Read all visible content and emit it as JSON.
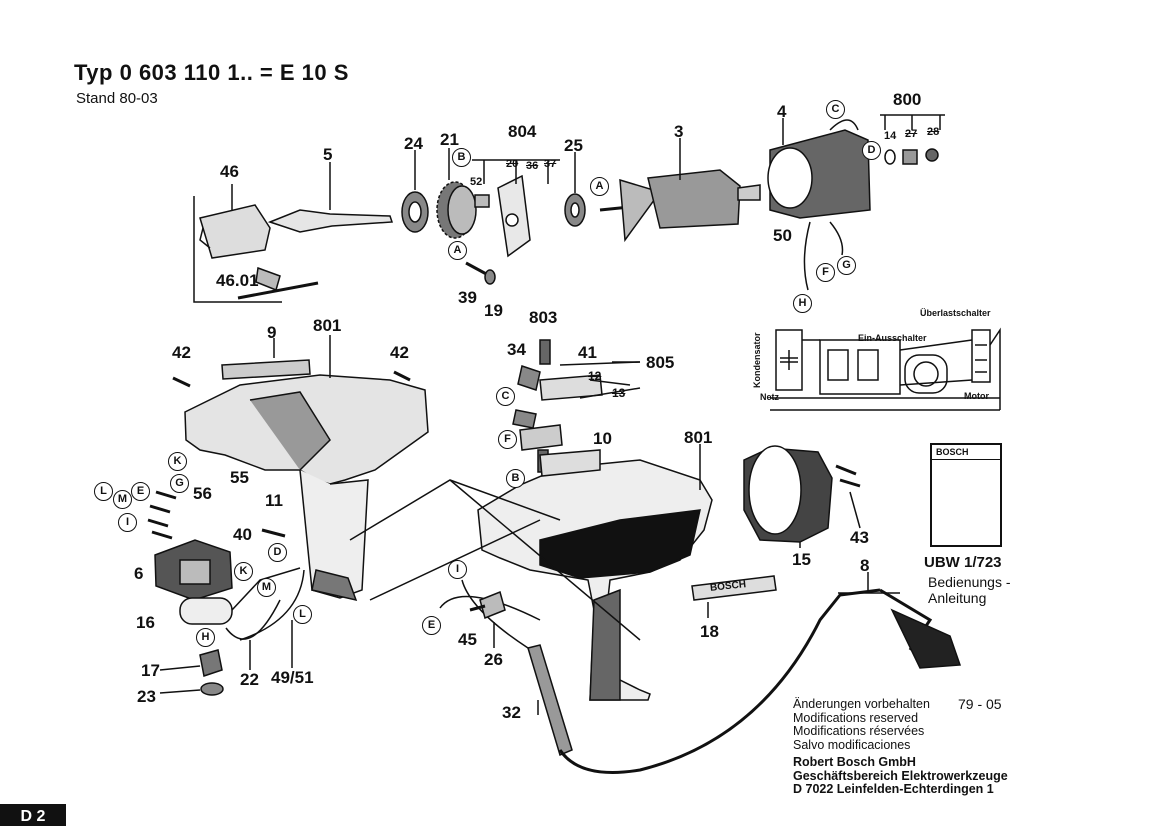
{
  "header": {
    "title": "Typ  0 603 110 1..  = E 10 S",
    "stand": "Stand 80-03"
  },
  "parts": {
    "p46": "46",
    "p5": "5",
    "p24": "24",
    "p21": "21",
    "p804": "804",
    "p25": "25",
    "p3": "3",
    "p4": "4",
    "p800": "800",
    "p4601": "46.01",
    "p39": "39",
    "p19": "19",
    "p50": "50",
    "p52": "52",
    "p20": "20",
    "p36": "36",
    "p37": "37",
    "p14": "14",
    "p27": "27",
    "p28": "28",
    "p9": "9",
    "p801a": "801",
    "p42a": "42",
    "p42b": "42",
    "p803": "803",
    "p34": "34",
    "p41": "41",
    "p805": "805",
    "p12": "12",
    "p13": "13",
    "p10": "10",
    "p801b": "801",
    "p55": "55",
    "p56": "56",
    "p11": "11",
    "p40": "40",
    "p6": "6",
    "p16": "16",
    "p17": "17",
    "p23": "23",
    "p22": "22",
    "p4951": "49/51",
    "p45": "45",
    "p26": "26",
    "p32": "32",
    "p18": "18",
    "p15": "15",
    "p43": "43",
    "p8": "8"
  },
  "callouts": {
    "A": "A",
    "B": "B",
    "C": "C",
    "D": "D",
    "E": "E",
    "F": "F",
    "G": "G",
    "H": "H",
    "I": "I",
    "K": "K",
    "L": "L",
    "M": "M"
  },
  "housing_text": "BOSCH",
  "schematic": {
    "kondensator": "Kondensator",
    "ueberlast": "Überlastschalter",
    "ein_aus": "Ein-Ausschalter",
    "netz": "Netz",
    "motor": "Motor"
  },
  "manual": {
    "brand": "BOSCH",
    "code": "UBW 1/723",
    "line1": "Bedienungs -",
    "line2": "Anleitung"
  },
  "footer": {
    "mod_de": "Änderungen vorbehalten",
    "mod_en": "Modifications reserved",
    "mod_fr": "Modifications réservées",
    "mod_es": "Salvo modificaciones",
    "date": "79 - 05",
    "company": "Robert Bosch GmbH",
    "division": "Geschäftsbereich Elektrowerkzeuge",
    "address": "D 7022 Leinfelden-Echterdingen 1"
  },
  "page_tab": "D 2"
}
